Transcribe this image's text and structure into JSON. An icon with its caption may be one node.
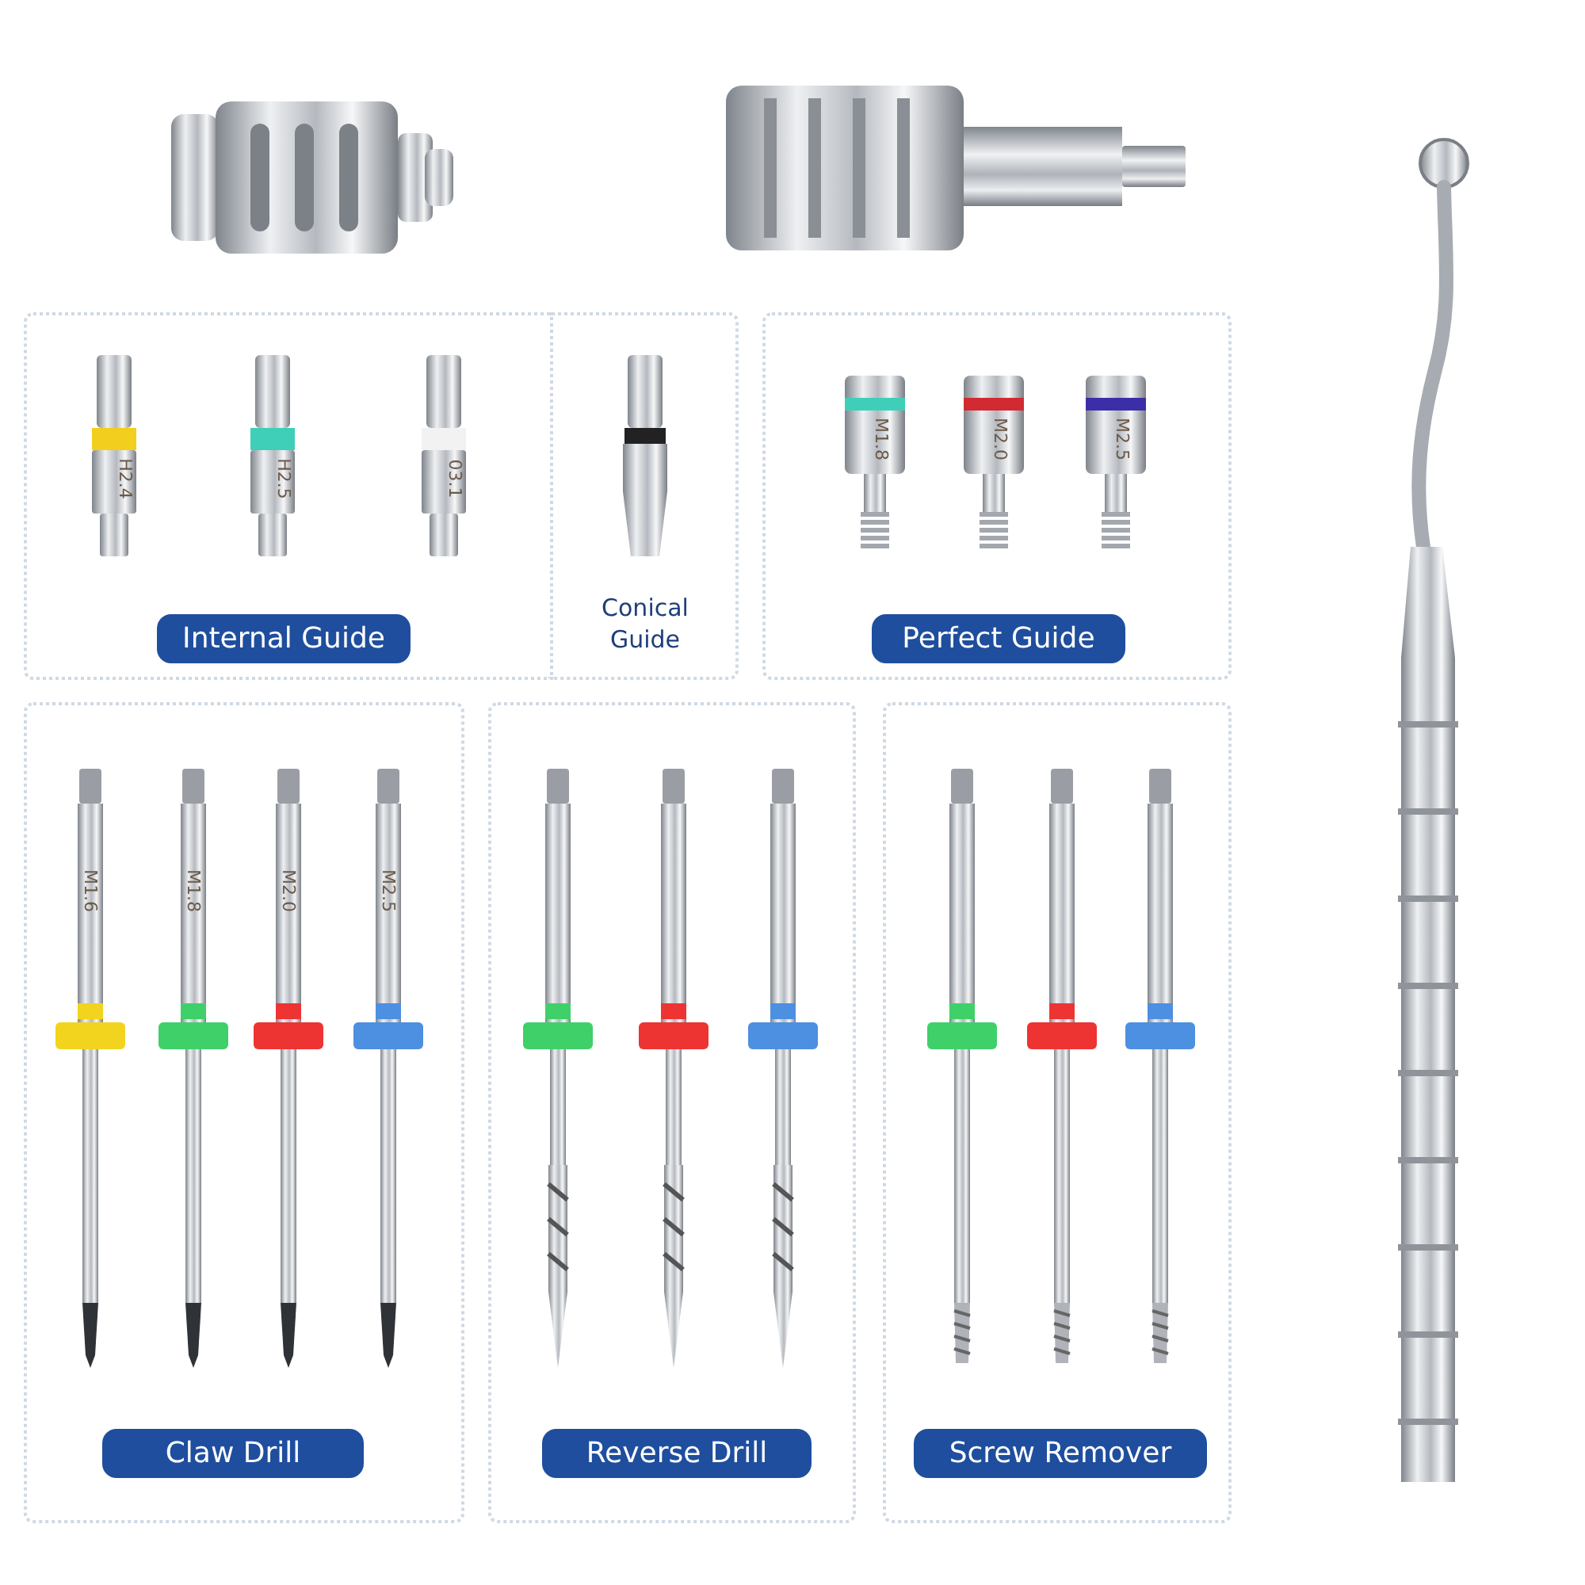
{
  "diagram": {
    "nodes": [
      {
        "text": [
          "Internal Guide"
        ]
      },
      {
        "text": [
          "Conical Guide"
        ]
      },
      {
        "text": [
          "Perfect Guide"
        ]
      },
      {
        "text": [
          "Claw Drill"
        ]
      },
      {
        "text": [
          "Reverse Drill"
        ]
      },
      {
        "text": [
          "Screw Remover"
        ]
      }
    ],
    "labels": [
      "H2.4",
      "H2.5",
      "03.1",
      "M1.8",
      "M2.0",
      "M2.5",
      "M1.6",
      "M1.8",
      "M2.0",
      "M2.5"
    ]
  }
}
